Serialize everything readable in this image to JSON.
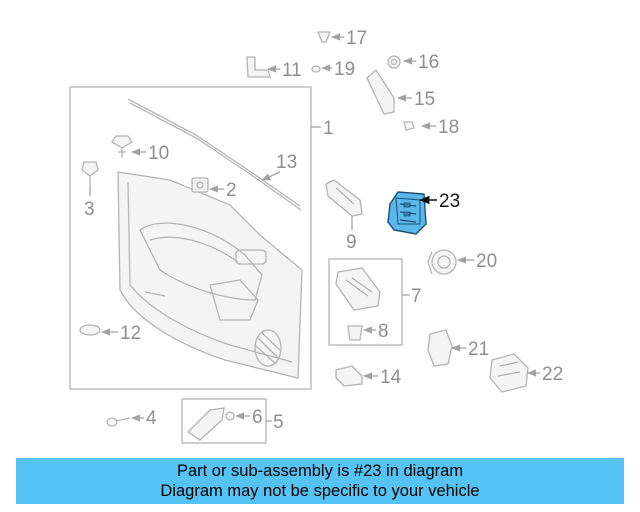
{
  "diagram": {
    "callouts": [
      "1",
      "2",
      "3",
      "4",
      "5",
      "6",
      "7",
      "8",
      "9",
      "10",
      "11",
      "12",
      "13",
      "14",
      "15",
      "16",
      "17",
      "18",
      "19",
      "20",
      "21",
      "22",
      "23"
    ],
    "highlighted_callout": "23",
    "highlight_color": "#5ab8ea",
    "banner_color": "#55c3f3"
  },
  "banner": {
    "line1": "Part or sub-assembly is #23 in diagram",
    "line2": "Diagram may not be specific to your vehicle"
  }
}
